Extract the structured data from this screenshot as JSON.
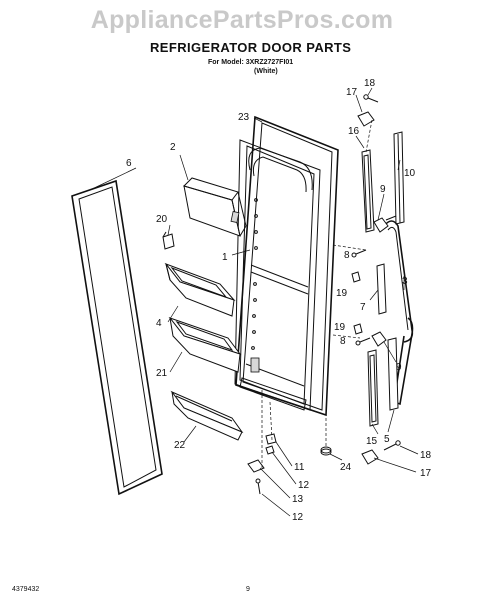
{
  "watermark": "AppliancePartsPros.com",
  "header": {
    "title": "REFRIGERATOR DOOR PARTS",
    "model": "For Model: 3XRZ2727FI01",
    "color": "(White)"
  },
  "footer": {
    "doc_number": "4379432",
    "page": "9"
  },
  "callouts": {
    "c1": "1",
    "c2": "2",
    "c3": "3",
    "c4": "4",
    "c5": "5",
    "c6": "6",
    "c7": "7",
    "c8a": "8",
    "c8b": "8",
    "c9a": "9",
    "c9b": "9",
    "c10": "10",
    "c11": "11",
    "c12a": "12",
    "c12b": "12",
    "c13": "13",
    "c15": "15",
    "c16": "16",
    "c17a": "17",
    "c17b": "17",
    "c18a": "18",
    "c18b": "18",
    "c19a": "19",
    "c19b": "19",
    "c20": "20",
    "c21": "21",
    "c22": "22",
    "c23": "23",
    "c24": "24"
  }
}
